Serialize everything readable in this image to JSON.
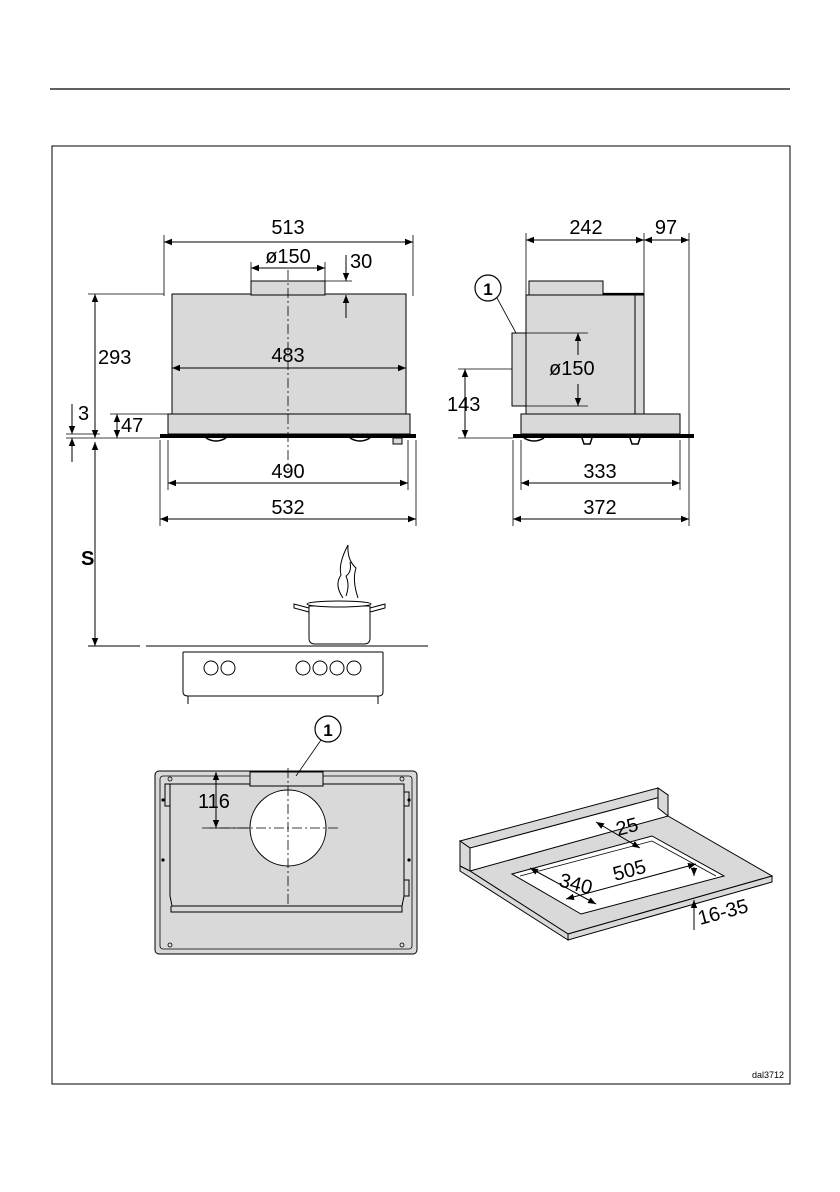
{
  "drawing_code": "dal3712",
  "callout": "1",
  "front_view": {
    "width_top": "513",
    "duct_diameter": "ø150",
    "duct_height": "30",
    "height": "293",
    "inner_width": "483",
    "offset_small": "3",
    "visor_height": "47",
    "bottom_inner_width": "490",
    "bottom_outer_width": "532",
    "clearance_label": "S"
  },
  "side_view": {
    "depth_top": "242",
    "depth_extra": "97",
    "duct_diameter": "ø150",
    "duct_center_height": "143",
    "bottom_inner_depth": "333",
    "bottom_outer_depth": "372"
  },
  "top_view": {
    "duct_offset": "116"
  },
  "cutout_view": {
    "width": "505",
    "depth": "340",
    "front_margin": "25",
    "thickness": "16-35"
  },
  "colors": {
    "body": "#d9d9d9",
    "line": "#000000"
  }
}
